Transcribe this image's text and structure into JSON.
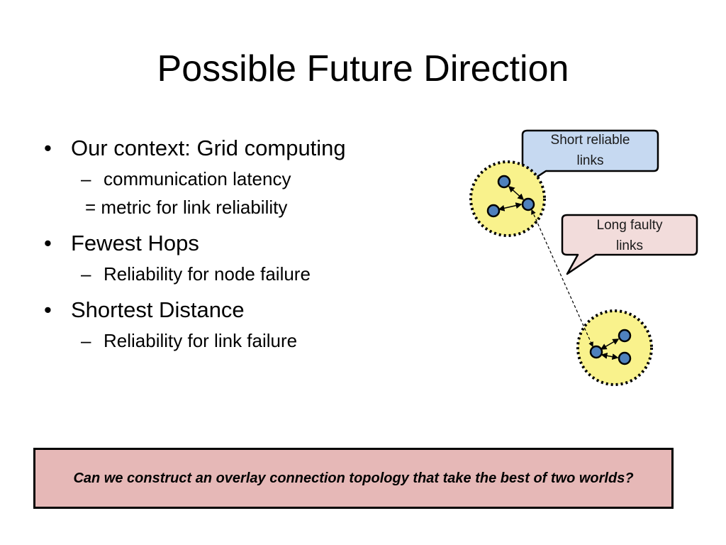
{
  "title": "Possible Future Direction",
  "bullets": {
    "context": "Our context: Grid computing",
    "latency": "communication latency",
    "metric": "= metric for link reliability",
    "hops": "Fewest Hops",
    "node_reliability": "Reliability for node failure",
    "distance": "Shortest Distance",
    "link_reliability": "Reliability for link failure"
  },
  "markers": {
    "bullet": "•",
    "dash": "–"
  },
  "callouts": {
    "short_line1": "Short reliable",
    "short_line2": "links",
    "long_line1": "Long faulty",
    "long_line2": "links"
  },
  "question": "Can we construct an overlay connection topology that take the best of two worlds?",
  "colors": {
    "cluster_fill": "#f9f28c",
    "node_fill": "#4f81bd",
    "short_callout_fill": "#c6d9f1",
    "long_callout_fill": "#f2dcdb",
    "question_fill": "#e6b8b7"
  }
}
